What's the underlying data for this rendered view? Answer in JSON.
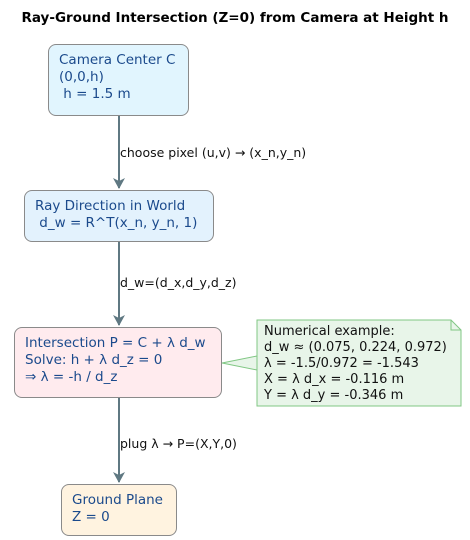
{
  "title": "Ray-Ground Intersection (Z=0) from Camera at Height h",
  "nodes": {
    "camera": "Camera Center C\n(0,0,h)\n h = 1.5 m",
    "ray": "Ray Direction in World\n d_w = R^T(x_n, y_n, 1)",
    "intersection": "Intersection P = C + λ d_w\nSolve: h + λ d_z = 0\n⇒ λ = -h / d_z",
    "ground": "Ground Plane\nZ = 0"
  },
  "edges": {
    "camera_to_ray": "choose pixel (u,v) → (x_n,y_n)",
    "ray_to_intersection": "d_w=(d_x,d_y,d_z)",
    "intersection_to_ground": "plug λ → P=(X,Y,0)"
  },
  "note": "Numerical example:\nd_w ≈ (0.075, 0.224, 0.972)\nλ = -1.5/0.972 = -1.543\nX = λ d_x = -0.116 m\nY = λ d_y = -0.346 m",
  "colors": {
    "arrow": "#5f7882",
    "camera_fill": "#e1f5fe",
    "ray_fill": "#e3f2fd",
    "intersection_fill": "#ffebee",
    "ground_fill": "#fff3e0",
    "note_fill": "#e8f5e9",
    "note_border": "#81c784",
    "node_text": "#1b4a8c"
  }
}
